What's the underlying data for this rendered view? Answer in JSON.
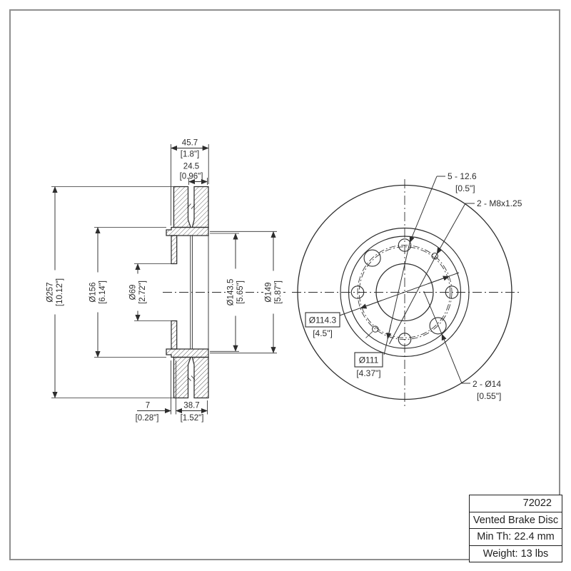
{
  "drawing": {
    "section": {
      "thickness": {
        "mm": "45.7",
        "in": "[1.8\"]"
      },
      "stack": {
        "mm": "24.5",
        "in": "[0.96\"]"
      },
      "od": {
        "mm": "Ø257",
        "in": "[10.12\"]"
      },
      "hat_od": {
        "mm": "Ø156",
        "in": "[6.14\"]"
      },
      "bore": {
        "mm": "Ø69",
        "in": "[2.72\"]"
      },
      "inner_dia_1": {
        "mm": "Ø143.5",
        "in": "[5.65\"]"
      },
      "inner_dia_2": {
        "mm": "Ø149",
        "in": "[5.87\"]"
      },
      "wall": {
        "mm": "7",
        "in": "[0.28\"]"
      },
      "hat_depth": {
        "mm": "38.7",
        "in": "[1.52\"]"
      }
    },
    "front": {
      "lug_holes": {
        "label": "5 - 12.6",
        "in": "[0.5\"]"
      },
      "thread_holes": {
        "label": "2 - M8x1.25"
      },
      "bolt_circle_outer": {
        "label": "Ø114.3",
        "in": "[4.5\"]"
      },
      "bolt_circle_inner": {
        "label": "Ø111",
        "in": "[4.37\"]"
      },
      "holes_14": {
        "label": "2 - Ø14",
        "in": "[0.55\"]"
      }
    },
    "title_block": {
      "part_number": "72022",
      "description": "Vented Brake Disc",
      "min_thickness": "Min Th: 22.4 mm",
      "weight": "Weight: 13 lbs"
    }
  }
}
